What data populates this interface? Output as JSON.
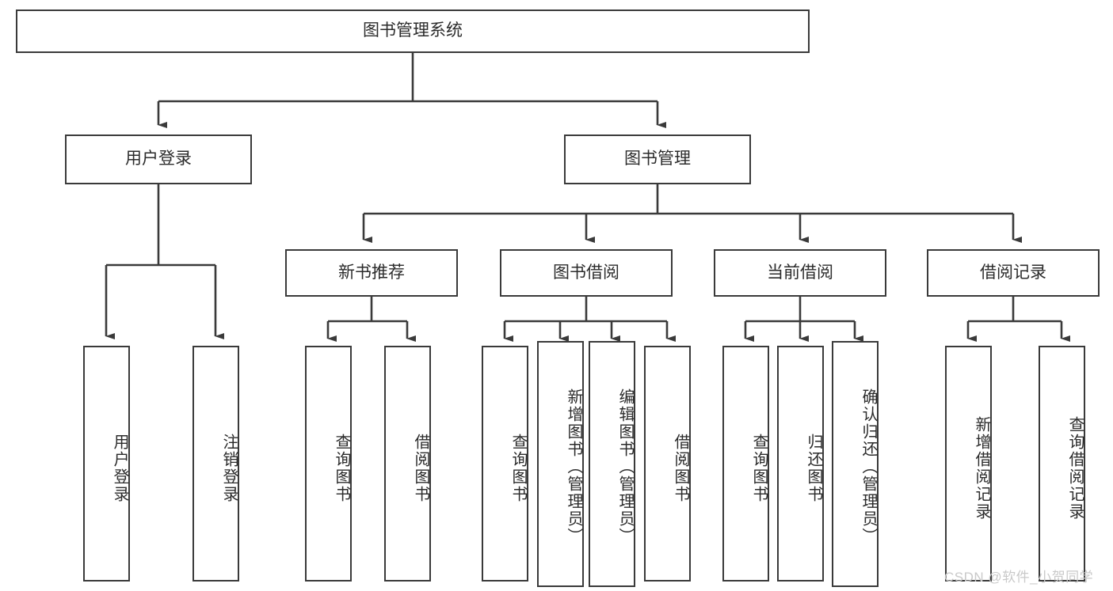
{
  "diagram": {
    "title_node": "图书管理系统",
    "level1": [
      {
        "label": "用户登录"
      },
      {
        "label": "图书管理"
      }
    ],
    "level2": [
      {
        "label": "新书推荐"
      },
      {
        "label": "图书借阅"
      },
      {
        "label": "当前借阅"
      },
      {
        "label": "借阅记录"
      }
    ],
    "leaves": [
      {
        "label": "用户登录"
      },
      {
        "label": "注销登录"
      },
      {
        "label": "查询图书"
      },
      {
        "label": "借阅图书"
      },
      {
        "label": "查询图书"
      },
      {
        "label": "新增图书（管理员）"
      },
      {
        "label": "编辑图书（管理员）"
      },
      {
        "label": "借阅图书"
      },
      {
        "label": "查询图书"
      },
      {
        "label": "归还图书"
      },
      {
        "label": "确认归还（管理员）"
      },
      {
        "label": "新增借阅记录"
      },
      {
        "label": "查询借阅记录"
      }
    ]
  },
  "watermark": {
    "text": "CSDN @软件_小贺同学"
  },
  "colors": {
    "stroke": "#3a3a3a",
    "box_fill": "#ffffff",
    "text": "#2b2b2b",
    "watermark": "#c9c9c9"
  }
}
